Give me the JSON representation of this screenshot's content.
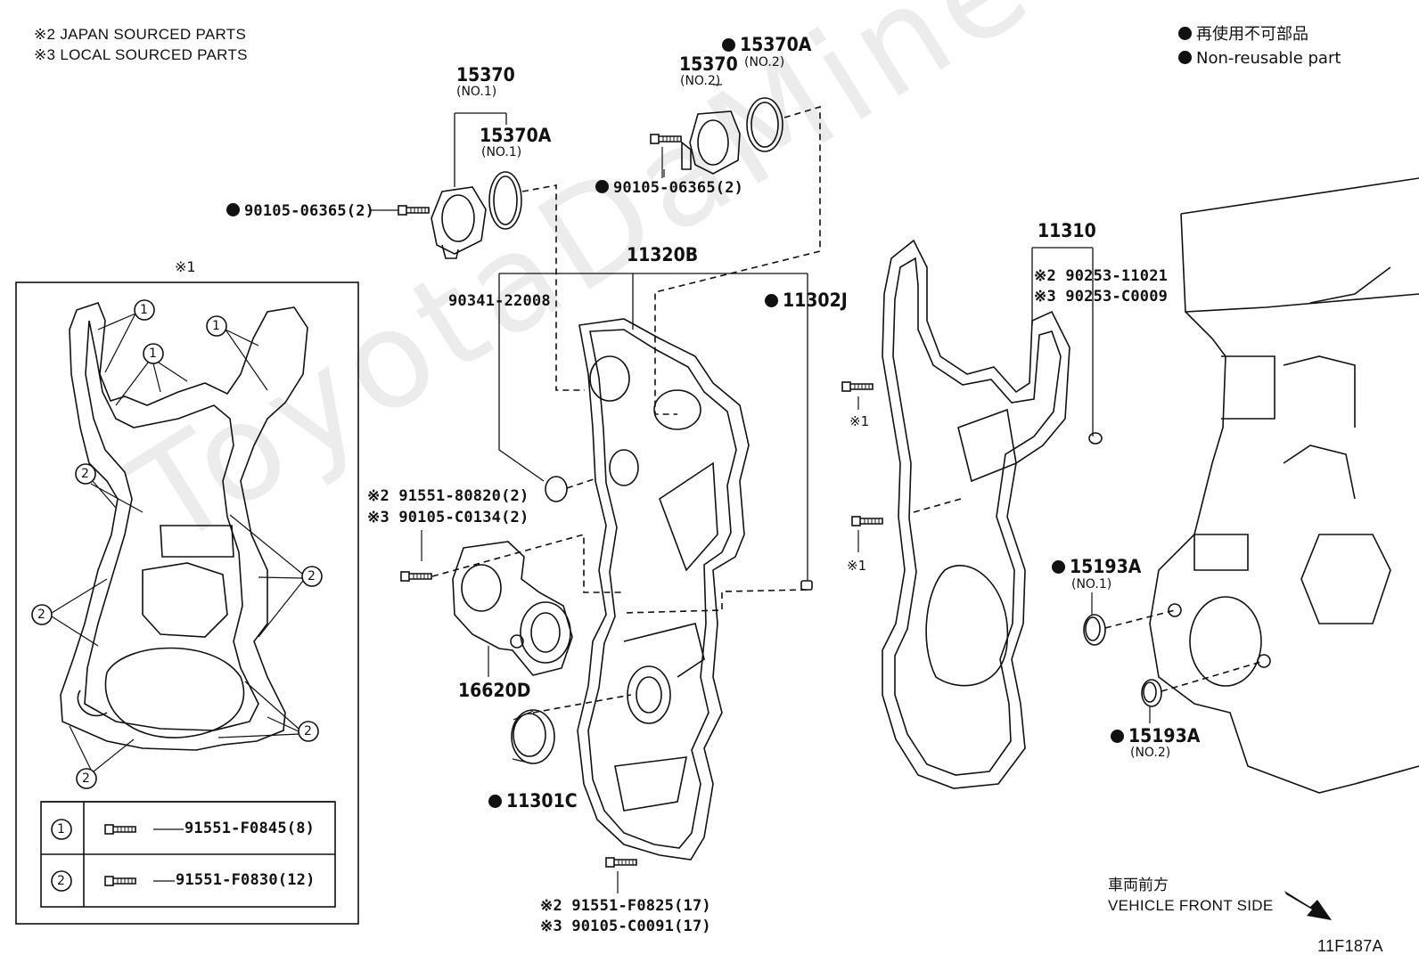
{
  "notes": {
    "japan": "※2 JAPAN SOURCED PARTS",
    "local": "※3 LOCAL SOURCED PARTS"
  },
  "legend": {
    "jp": "再使用不可部品",
    "en": "Non-reusable part"
  },
  "watermark": "ToyotaDaMine.ru",
  "marks": {
    "m1": "※1"
  },
  "parts": {
    "p15370_a": "15370",
    "p15370_a_sub": "(NO.1)",
    "p15370A_a": "15370A",
    "p15370A_a_sub": "(NO.1)",
    "p15370_b": "15370",
    "p15370_b_sub": "(NO.2)",
    "p15370A_b": "15370A",
    "p15370A_b_sub": "(NO.2)",
    "bolt_a": "90105-06365(2)",
    "bolt_b": "90105-06365(2)",
    "p11320B": "11320B",
    "p90341": "90341-22008",
    "p11302J": "11302J",
    "p11310": "11310",
    "p90253_jp": "※2 90253-11021",
    "p90253_lc": "※3 90253-C0009",
    "p91551_808": "※2 91551-80820(2)",
    "p90105_c134": "※3 90105-C0134(2)",
    "p16620D": "16620D",
    "p11301C": "11301C",
    "p91551_f825": "※2 91551-F0825(17)",
    "p90105_c091": "※3 90105-C0091(17)",
    "p15193A_1": "15193A",
    "p15193A_1_sub": "(NO.1)",
    "p15193A_2": "15193A",
    "p15193A_2_sub": "(NO.2)"
  },
  "inset": {
    "callout1": "1",
    "callout2": "2",
    "row1_part": "91551-F0845(8)",
    "row2_part": "91551-F0830(12)"
  },
  "front": {
    "jp": "車両前方",
    "en": "VEHICLE FRONT SIDE"
  },
  "figure_id": "11F187A"
}
